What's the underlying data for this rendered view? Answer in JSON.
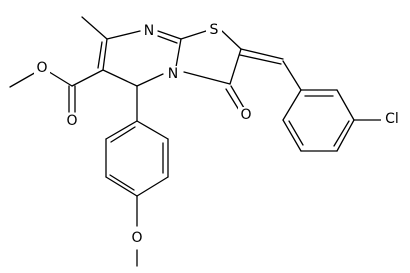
{
  "molecule": {
    "atoms": {
      "o_ester_single": "O",
      "o_ester_double": "O",
      "n_ring_imine": "N",
      "n_ring_fused": "N",
      "s_ring": "S",
      "o_keto": "O",
      "cl": "Cl",
      "o_methoxy": "O"
    }
  }
}
